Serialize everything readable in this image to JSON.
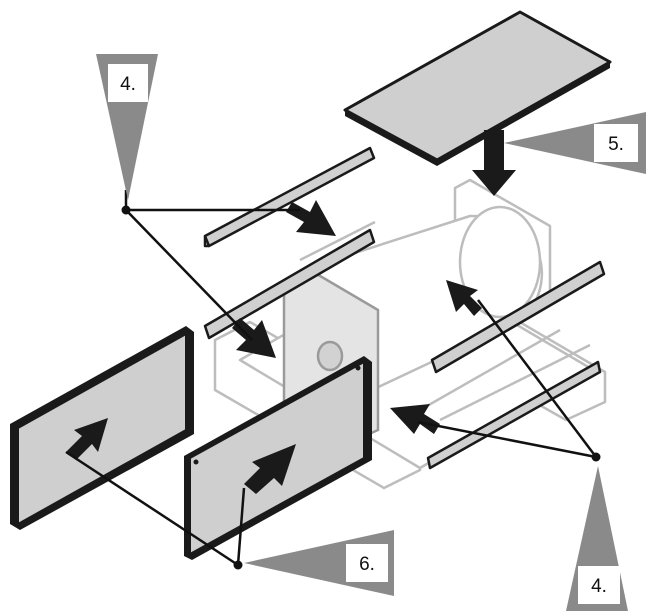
{
  "callouts": {
    "step_4_top": "4.",
    "step_5": "5.",
    "step_6": "6.",
    "step_4_bottom": "4."
  },
  "colors": {
    "panel_fill": "#cfcfcf",
    "panel_edge": "#1a1a1a",
    "ghost_line": "#bdbdbd",
    "callout_fill": "#8a8a8a",
    "callout_box": "#ffffff",
    "leader": "#111111"
  }
}
